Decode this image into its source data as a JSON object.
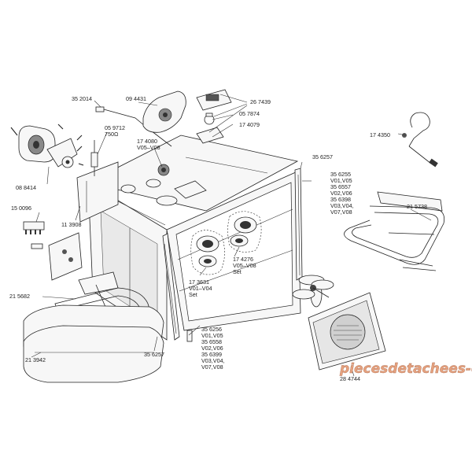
{
  "labels": {
    "l352014": "35 2014",
    "l094431": "09 4431",
    "l267439": "26 7439",
    "l057874": "05 7874",
    "l174079": "17 4079",
    "l174350": "17 4350",
    "l059712": "05 9712\n750Ω",
    "l174080": "17 4080\nV05–V08",
    "l356257_top": "35 6257",
    "l356255": "35 6255\nV01,V05\n35 6557\nV02,V06\n35 6398\nV03,V04,\nV07,V08",
    "l088414": "08 8414",
    "l150096": "15 0096",
    "l113908": "11 3908",
    "l215738": "21 5738",
    "l174276": "17 4276\nV05–V08\nSet",
    "l173631": "17 3631\nV01–V04\nSet",
    "l215682": "21 5682",
    "l213942": "21 3942",
    "l356257_bot": "35 6257",
    "l356256": "35 6256\nV01,V05\n35 6558\nV02,V06\n35 6399\nV03,V04,\nV07,V08",
    "l284744": "28 4744"
  },
  "watermark": "piecesdetachees-elec.com",
  "colors": {
    "line": "#222222",
    "watermark_fill": "#e6a27f",
    "watermark_stroke": "#b06f52",
    "background": "#ffffff"
  }
}
